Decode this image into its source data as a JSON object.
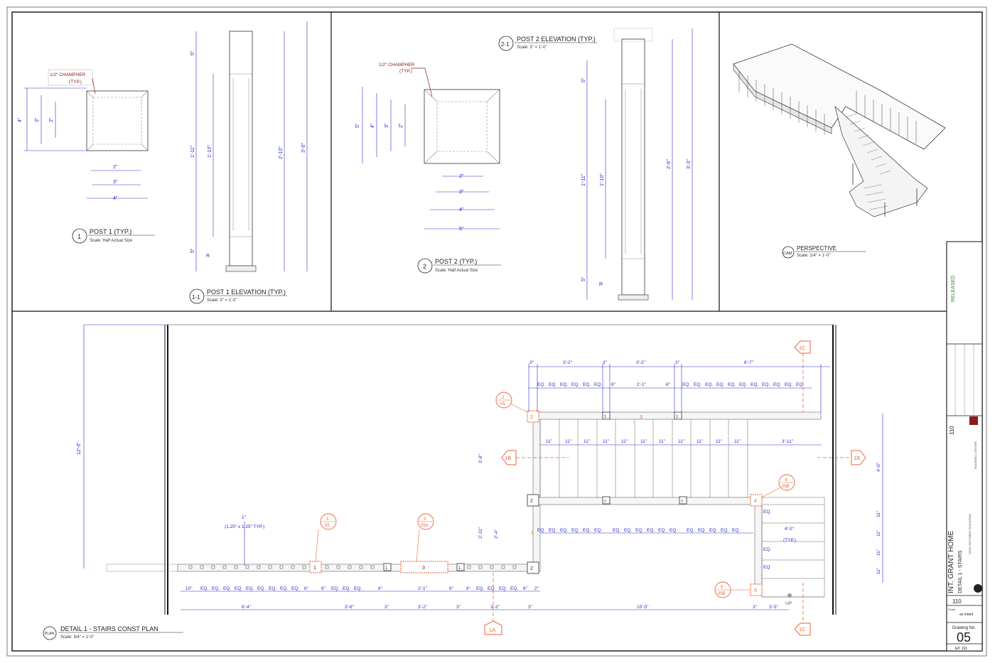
{
  "views": {
    "post1": {
      "num": "1",
      "title": "POST 1 (TYP.)",
      "scale": "Scale: Half Actual Size",
      "chamfer": [
        "1/2\" CHAMPHER",
        "(TYP.)"
      ]
    },
    "post1_elev": {
      "num": "1-1",
      "title": "POST 1 ELEVATION (TYP.)",
      "scale": "Scale: 3\" = 1'-0\""
    },
    "post2": {
      "num": "2",
      "title": "POST 2 (TYP.)",
      "scale": "Scale: Half Actual Size",
      "chamfer": [
        "1/2\" CHAMPHER",
        "(TYP.)"
      ]
    },
    "post2_elev": {
      "num": "2-1",
      "title": "POST 2 ELEVATION (TYP.)",
      "scale": "Scale: 3\" = 1'-0\""
    },
    "perspective": {
      "num": "CAM",
      "title": "PERSPECTIVE",
      "scale": "Scale: 1/4\" = 1'-0\""
    },
    "plan": {
      "num": "PLAN",
      "title": "DETAIL 1 - STAIRS CONST PLAN",
      "scale": "Scale: 3/4\" = 1'-0\""
    }
  },
  "dims": {
    "p1": {
      "w1": "4\"",
      "w2": "3\"",
      "w3": "2\"",
      "h1": "4\"",
      "h2": "3\"",
      "h3": "2\""
    },
    "p1e": {
      "top": "5\"",
      "mid1": "1'-11\"",
      "mid2": "1'-10\"",
      "bot": "5\"",
      "tot1": "2'-10\"",
      "tot2": "3'-0\"",
      "r": "R"
    },
    "p2": {
      "w1": "5\"",
      "w2": "4\"",
      "w3": "3\"",
      "w4": "2\"",
      "h1": "5\"",
      "h2": "4\"",
      "h3": "3\"",
      "h4": "2\""
    },
    "p2e": {
      "top": "5\"",
      "mid1": "1'-11\"",
      "mid2": "1'-10\"",
      "bot": "5\"",
      "tot1": "2'-6\"",
      "tot2": "3'-3\"",
      "r": "R"
    }
  },
  "plan": {
    "top_dims": [
      "3\"",
      "3'-2\"",
      "3\"",
      "3'-2\"",
      "3\"",
      "6'-7\""
    ],
    "eq": "EQ.",
    "six": "6\"",
    "twoone": "2'-1\"",
    "eleven": "11\"",
    "eleven_last": "3'-11\"",
    "left_height": "12'-0\"",
    "mid_left": "3'-8\"",
    "mid_left2": "2'-11\"",
    "mid_left3": "2'-4\"",
    "right_dim": "4'-0\"",
    "landing": "4'-0\"",
    "typ": "(TYP.)",
    "baluster": "1\"",
    "baluster_note": "(1.25\" x 1.25\" TYP.)",
    "bot_labels": [
      "10\"",
      "EQ.",
      "EQ.",
      "EQ.",
      "EQ.",
      "EQ.",
      "EQ.",
      "EQ.",
      "EQ.",
      "EQ.",
      "6\"",
      "6\"",
      "EQ.",
      "EQ.",
      "EQ.",
      "6\"",
      "2'-1\"",
      "6\"",
      "6\"",
      "EQ.",
      "EQ.",
      "EQ.",
      "EQ.",
      "6\"",
      "2\""
    ],
    "bot_dims": [
      "6'-4\"",
      "3'-6\"",
      "3\"",
      "3'-2\"",
      "3\"",
      "3'-2\"",
      "3\"",
      "10'-5\"",
      "3\"",
      "3'-5\""
    ],
    "up": "UP",
    "section_1a": "1A",
    "section_1b": "1B",
    "section_1c": "1C",
    "callouts": [
      {
        "num": "2",
        "sheet": "05"
      },
      {
        "num": "1",
        "sheet": "05"
      },
      {
        "num": "3",
        "sheet": "05A"
      },
      {
        "num": "4",
        "sheet": "05B"
      },
      {
        "num": "5",
        "sheet": "05B"
      }
    ],
    "tags": {
      "t1": "1",
      "t2": "2",
      "t3": "3",
      "t4": "4",
      "t5": "5",
      "t6": "6"
    }
  },
  "titleblock": {
    "project": "INT. GRANT HOME",
    "detail": "DETAIL 1 - STAIRS",
    "set_no": "110",
    "scale_label": "Scale",
    "scale_value": "as noted",
    "drawing_no_label": "Drawing No.",
    "drawing_no": "05",
    "sheet_id": "EP. 101",
    "released": "RELEASED",
    "company_lines": [
      "SONY PICTURES TELEVISION",
      "BLAISDELL CENTER"
    ]
  },
  "colors": {
    "blue": "#2b2bcc",
    "red": "#8b1a1a",
    "orange": "#e8663a",
    "line": "#222222"
  }
}
